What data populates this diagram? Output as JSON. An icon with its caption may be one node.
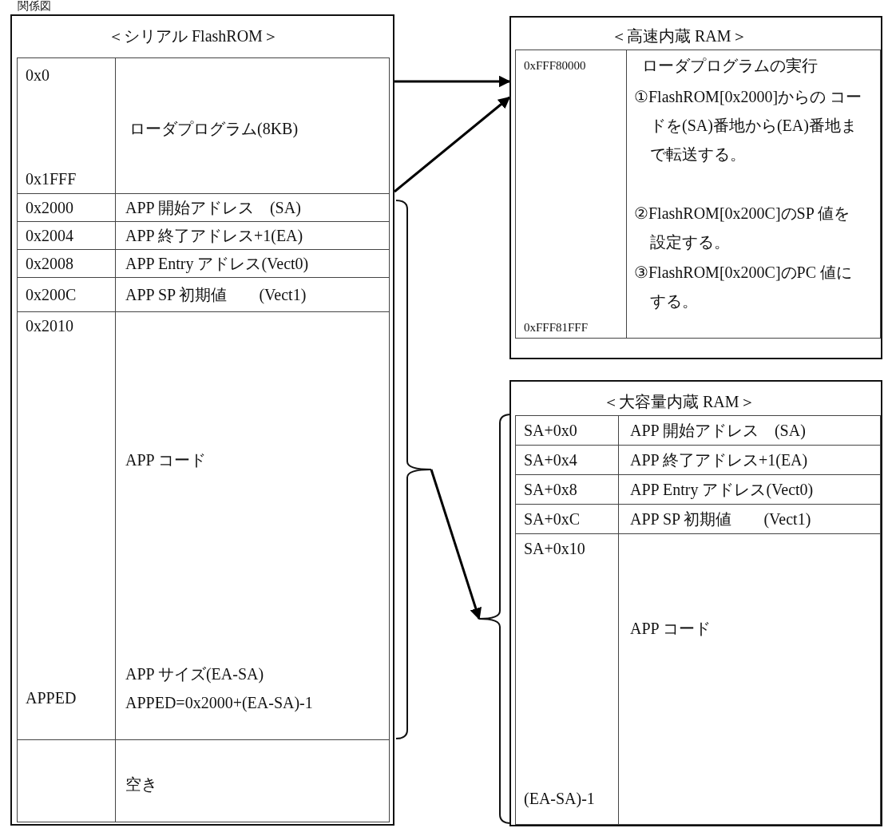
{
  "diagram": {
    "nodes": [
      {
        "text": [
          "＜シリアル FlashROM＞"
        ]
      },
      {
        "text": [
          "0x0",
          "ローダプログラム(8KB)",
          "0x1FFF"
        ],
        "in": 0
      },
      {
        "text": [
          "0x2000",
          "APP 開始アドレス　(SA)"
        ],
        "in": 0
      },
      {
        "text": [
          "0x2004",
          "APP 終了アドレス+1(EA)"
        ],
        "in": 0
      },
      {
        "text": [
          "0x2008",
          "APP Entry アドレス(Vect0)"
        ],
        "in": 0
      },
      {
        "text": [
          "0x200C",
          "APP SP 初期値　　(Vect1)"
        ],
        "in": 0
      },
      {
        "text": [
          "0x2010",
          "APP コード",
          "APP サイズ(EA-SA)",
          "APPED",
          "APPED=0x2000+(EA-SA)-1"
        ],
        "in": 0
      },
      {
        "text": [
          "空き"
        ],
        "in": 0
      },
      {
        "text": [
          "＜高速内蔵 RAM＞"
        ]
      },
      {
        "text": [
          "0xFFF80000",
          "ローダプログラムの実行",
          "①FlashROM[0x2000]からの コードを(SA)番地から(EA)番地まで転送する。",
          "②FlashROM[0x200C]のSP 値を設定する。",
          "③FlashROM[0x200C]のPC 値にする。",
          "0xFFF81FFF"
        ],
        "in": 8
      },
      {
        "text": [
          "＜大容量内蔵 RAM＞"
        ]
      },
      {
        "text": [
          "SA+0x0",
          "APP 開始アドレス　(SA)"
        ],
        "in": 10
      },
      {
        "text": [
          "SA+0x4",
          "APP 終了アドレス+1(EA)"
        ],
        "in": 10
      },
      {
        "text": [
          "SA+0x8",
          "APP Entry アドレス(Vect0)"
        ],
        "in": 10
      },
      {
        "text": [
          "SA+0xC",
          "APP SP 初期値　　(Vect1)"
        ],
        "in": 10
      },
      {
        "text": [
          "SA+0x10",
          "APP コード",
          "(EA-SA)-1"
        ],
        "in": 10
      },
      {
        "text": [],
        "shape": "brace"
      },
      {
        "text": [],
        "shape": "brace"
      }
    ],
    "edges": [
      {
        "from": 0,
        "to": 8,
        "arrow": "to"
      },
      {
        "from": 0,
        "to": 8,
        "arrow": "to"
      },
      {
        "from": 16,
        "to": 17,
        "arrow": "to"
      }
    ],
    "labels": [
      "関係図"
    ]
  }
}
